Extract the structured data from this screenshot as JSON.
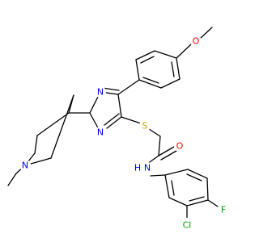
{
  "molecule": {
    "atoms": [
      {
        "id": "N_pip",
        "label": "N",
        "color": "#0000ff"
      },
      {
        "id": "N_imA",
        "label": "N",
        "color": "#0000ff"
      },
      {
        "id": "N_imB",
        "label": "N",
        "color": "#0000ff"
      },
      {
        "id": "S",
        "label": "S",
        "color": "#c8a000"
      },
      {
        "id": "O_methoxy",
        "label": "O",
        "color": "#ff0000"
      },
      {
        "id": "O_carbonyl",
        "label": "O",
        "color": "#ff0000"
      },
      {
        "id": "N_amide",
        "label": "N",
        "color": "#0000ff"
      },
      {
        "id": "H_amide",
        "label": "H",
        "color": "#0000ff"
      },
      {
        "id": "Cl",
        "label": "Cl",
        "color": "#00a000"
      },
      {
        "id": "F",
        "label": "F",
        "color": "#00a000"
      }
    ]
  }
}
